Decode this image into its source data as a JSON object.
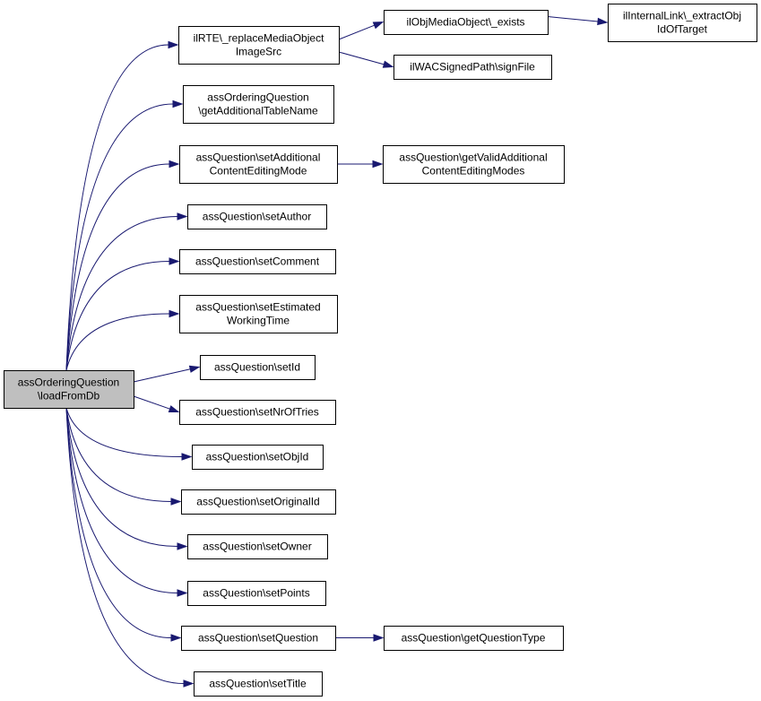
{
  "graph": {
    "nodes": [
      {
        "id": "root",
        "lines": [
          "assOrderingQuestion",
          "\\loadFromDb"
        ],
        "highlight": true
      },
      {
        "id": "replace",
        "lines": [
          "ilRTE\\_replaceMediaObject",
          "ImageSrc"
        ]
      },
      {
        "id": "exists",
        "lines": [
          "ilObjMediaObject\\_exists"
        ]
      },
      {
        "id": "extract",
        "lines": [
          "ilInternalLink\\_extractObj",
          "IdOfTarget"
        ]
      },
      {
        "id": "signfile",
        "lines": [
          "ilWACSignedPath\\signFile"
        ]
      },
      {
        "id": "addtable",
        "lines": [
          "assOrderingQuestion",
          "\\getAdditionalTableName"
        ]
      },
      {
        "id": "setaddmode",
        "lines": [
          "assQuestion\\setAdditional",
          "ContentEditingMode"
        ]
      },
      {
        "id": "getvalid",
        "lines": [
          "assQuestion\\getValidAdditional",
          "ContentEditingModes"
        ]
      },
      {
        "id": "setauthor",
        "lines": [
          "assQuestion\\setAuthor"
        ]
      },
      {
        "id": "setcomment",
        "lines": [
          "assQuestion\\setComment"
        ]
      },
      {
        "id": "setest",
        "lines": [
          "assQuestion\\setEstimated",
          "WorkingTime"
        ]
      },
      {
        "id": "setid",
        "lines": [
          "assQuestion\\setId"
        ]
      },
      {
        "id": "setnroftries",
        "lines": [
          "assQuestion\\setNrOfTries"
        ]
      },
      {
        "id": "setobjid",
        "lines": [
          "assQuestion\\setObjId"
        ]
      },
      {
        "id": "setoriginalid",
        "lines": [
          "assQuestion\\setOriginalId"
        ]
      },
      {
        "id": "setowner",
        "lines": [
          "assQuestion\\setOwner"
        ]
      },
      {
        "id": "setpoints",
        "lines": [
          "assQuestion\\setPoints"
        ]
      },
      {
        "id": "setquestion",
        "lines": [
          "assQuestion\\setQuestion"
        ]
      },
      {
        "id": "getqtype",
        "lines": [
          "assQuestion\\getQuestionType"
        ]
      },
      {
        "id": "settitle",
        "lines": [
          "assQuestion\\setTitle"
        ]
      }
    ],
    "edges": [
      {
        "from": "root",
        "to": "replace"
      },
      {
        "from": "replace",
        "to": "exists"
      },
      {
        "from": "exists",
        "to": "extract"
      },
      {
        "from": "replace",
        "to": "signfile"
      },
      {
        "from": "root",
        "to": "addtable"
      },
      {
        "from": "root",
        "to": "setaddmode"
      },
      {
        "from": "setaddmode",
        "to": "getvalid"
      },
      {
        "from": "root",
        "to": "setauthor"
      },
      {
        "from": "root",
        "to": "setcomment"
      },
      {
        "from": "root",
        "to": "setest"
      },
      {
        "from": "root",
        "to": "setid"
      },
      {
        "from": "root",
        "to": "setnroftries"
      },
      {
        "from": "root",
        "to": "setobjid"
      },
      {
        "from": "root",
        "to": "setoriginalid"
      },
      {
        "from": "root",
        "to": "setowner"
      },
      {
        "from": "root",
        "to": "setpoints"
      },
      {
        "from": "root",
        "to": "setquestion"
      },
      {
        "from": "setquestion",
        "to": "getqtype"
      },
      {
        "from": "root",
        "to": "settitle"
      }
    ]
  }
}
